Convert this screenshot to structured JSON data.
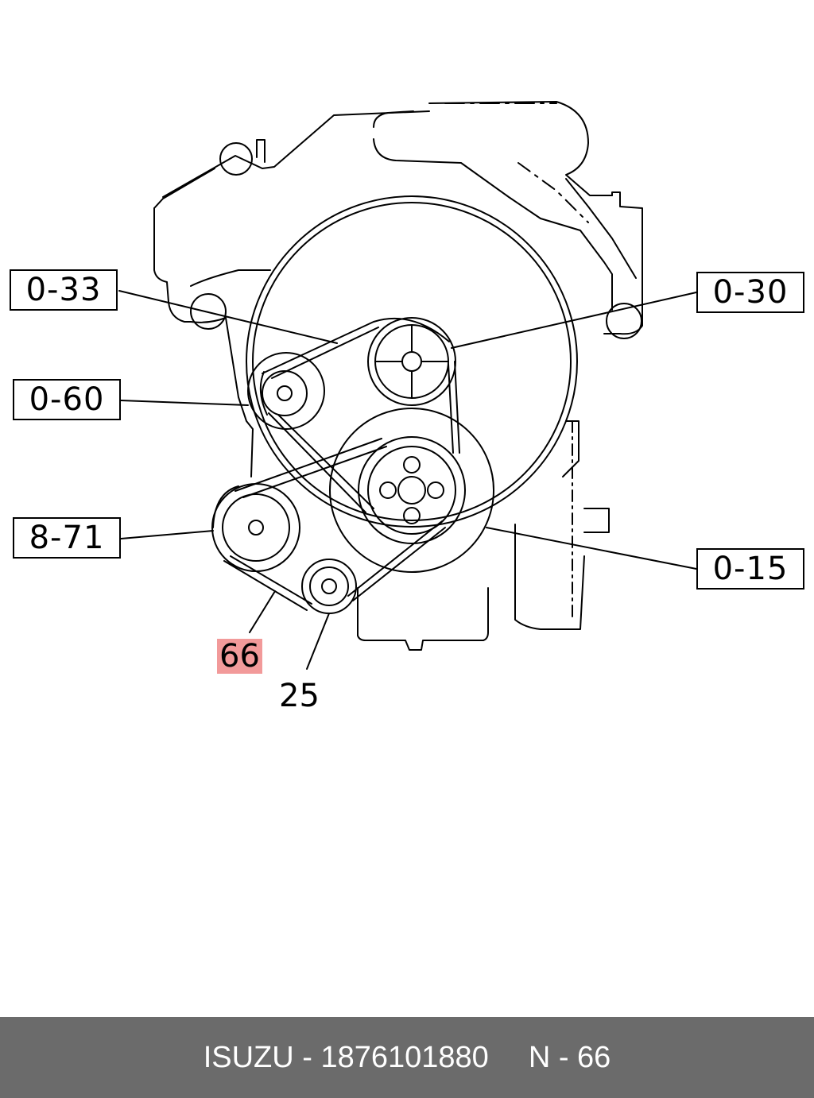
{
  "callouts": {
    "c033": "0-33",
    "c030": "0-30",
    "c060": "0-60",
    "c871": "8-71",
    "c015": "0-15",
    "c66": "66",
    "c25": "25"
  },
  "highlight_color": "#f29a9a",
  "footer": {
    "brand": "ISUZU - 1876101880",
    "ref": "N - 66",
    "background": "#6b6b6b"
  }
}
